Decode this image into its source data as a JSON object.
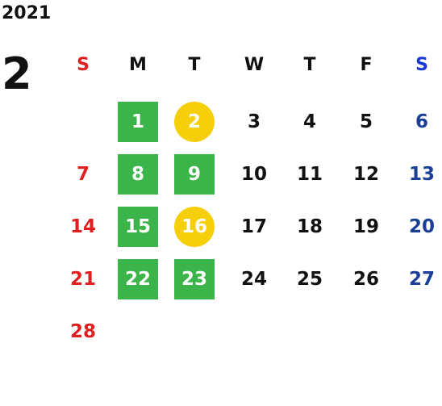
{
  "calendar": {
    "year": "2021",
    "month": "2",
    "weekdays": [
      "S",
      "M",
      "T",
      "W",
      "T",
      "F",
      "S"
    ],
    "colors": {
      "sunday": "#e02020",
      "saturday_header": "#1838d8",
      "saturday": "#1a3f97",
      "weekday": "#111111",
      "holiday_square": "#3bb44a",
      "highlight_circle": "#f6cf0b",
      "marked_text": "#ffffff"
    },
    "days": [
      {
        "n": "1",
        "col": 1,
        "row": 0,
        "mark": "square"
      },
      {
        "n": "2",
        "col": 2,
        "row": 0,
        "mark": "circle"
      },
      {
        "n": "3",
        "col": 3,
        "row": 0,
        "mark": "none"
      },
      {
        "n": "4",
        "col": 4,
        "row": 0,
        "mark": "none"
      },
      {
        "n": "5",
        "col": 5,
        "row": 0,
        "mark": "none"
      },
      {
        "n": "6",
        "col": 6,
        "row": 0,
        "mark": "none"
      },
      {
        "n": "7",
        "col": 0,
        "row": 1,
        "mark": "none"
      },
      {
        "n": "8",
        "col": 1,
        "row": 1,
        "mark": "square"
      },
      {
        "n": "9",
        "col": 2,
        "row": 1,
        "mark": "square"
      },
      {
        "n": "10",
        "col": 3,
        "row": 1,
        "mark": "none"
      },
      {
        "n": "11",
        "col": 4,
        "row": 1,
        "mark": "none"
      },
      {
        "n": "12",
        "col": 5,
        "row": 1,
        "mark": "none"
      },
      {
        "n": "13",
        "col": 6,
        "row": 1,
        "mark": "none"
      },
      {
        "n": "14",
        "col": 0,
        "row": 2,
        "mark": "none"
      },
      {
        "n": "15",
        "col": 1,
        "row": 2,
        "mark": "square"
      },
      {
        "n": "16",
        "col": 2,
        "row": 2,
        "mark": "circle"
      },
      {
        "n": "17",
        "col": 3,
        "row": 2,
        "mark": "none"
      },
      {
        "n": "18",
        "col": 4,
        "row": 2,
        "mark": "none"
      },
      {
        "n": "19",
        "col": 5,
        "row": 2,
        "mark": "none"
      },
      {
        "n": "20",
        "col": 6,
        "row": 2,
        "mark": "none"
      },
      {
        "n": "21",
        "col": 0,
        "row": 3,
        "mark": "none"
      },
      {
        "n": "22",
        "col": 1,
        "row": 3,
        "mark": "square"
      },
      {
        "n": "23",
        "col": 2,
        "row": 3,
        "mark": "square"
      },
      {
        "n": "24",
        "col": 3,
        "row": 3,
        "mark": "none"
      },
      {
        "n": "25",
        "col": 4,
        "row": 3,
        "mark": "none"
      },
      {
        "n": "26",
        "col": 5,
        "row": 3,
        "mark": "none"
      },
      {
        "n": "27",
        "col": 6,
        "row": 3,
        "mark": "none"
      },
      {
        "n": "28",
        "col": 0,
        "row": 4,
        "mark": "none"
      }
    ]
  }
}
